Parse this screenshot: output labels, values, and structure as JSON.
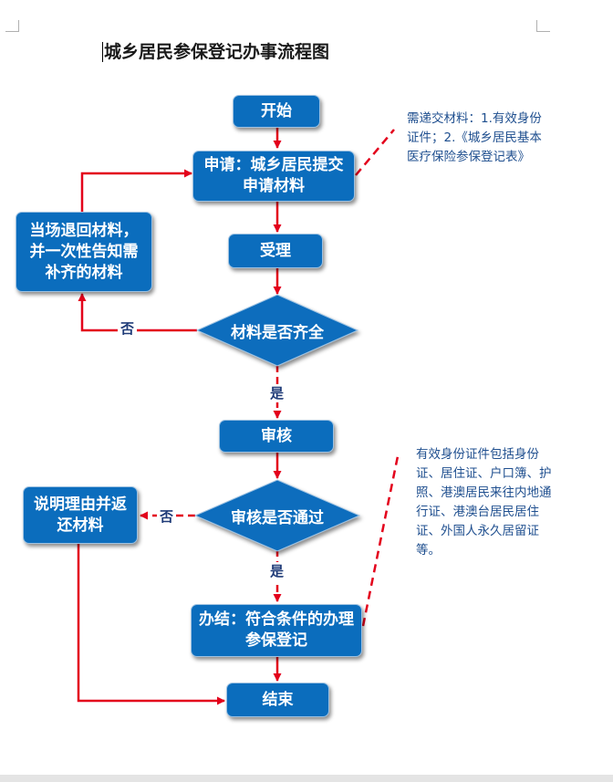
{
  "title": "城乡居民参保登记办事流程图",
  "nodes": {
    "start": "开始",
    "apply": "申请：城乡居民提交申请材料",
    "accept": "受理",
    "materials_check": "材料是否齐全",
    "return_materials": "当场退回材料，并一次性告知需补齐的材料",
    "review": "审核",
    "review_check": "审核是否通过",
    "explain_return": "说明理由并返还材料",
    "complete": "办结：符合条件的办理参保登记",
    "end": "结束"
  },
  "edge_labels": {
    "materials_no": "否",
    "materials_yes": "是",
    "review_no": "否",
    "review_yes": "是"
  },
  "notes": {
    "materials_note": "需递交材料：1.有效身份证件；2.《城乡居民基本医疗保险参保登记表》",
    "id_note": "有效身份证件包括身份证、居住证、户口簿、护照、港澳居民来往内地通行证、港澳台居民居住证、外国人永久居留证等。"
  },
  "colors": {
    "node_fill": "#0b6dbd",
    "arrow": "#e3001b",
    "label_text": "#1f3b78",
    "note_text": "#1f4f8f"
  }
}
